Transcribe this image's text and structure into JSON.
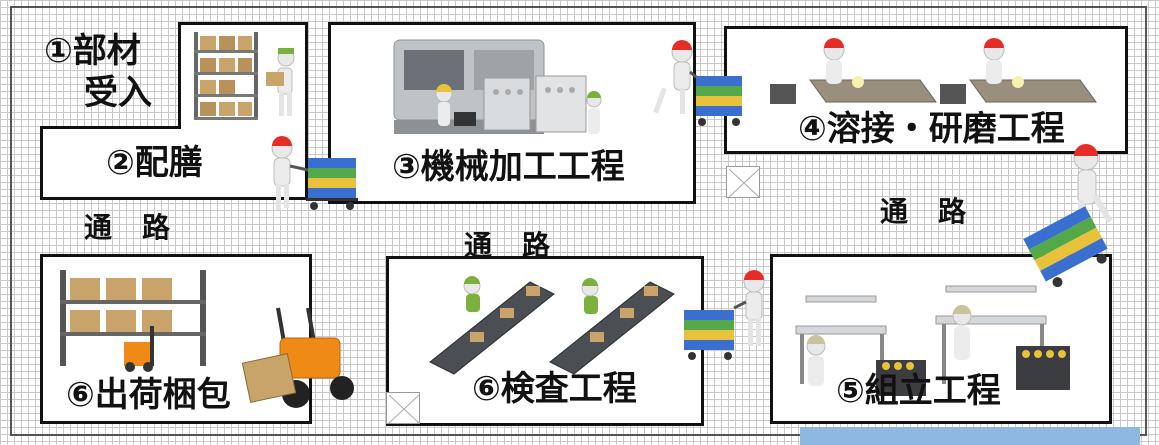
{
  "zones": {
    "receiving_1": "①部材",
    "receiving_2": "受入",
    "distribution": "②配膳",
    "machining": "③機械加工工程",
    "welding": "④溶接・研磨工程",
    "shipping": "⑥出荷梱包",
    "inspection": "⑥検査工程",
    "assembly": "⑤組立工程"
  },
  "aisles": {
    "left": "通路",
    "center": "通路",
    "right": "通路"
  },
  "colors": {
    "grid": "#c9c9c9",
    "border": "#111111",
    "helmet": "#e52d27",
    "cap_green": "#7ab03c",
    "crate_blue": "#3a6fd0",
    "crate_green": "#54a84a",
    "crate_yellow": "#e8c23a",
    "cardboard": "#c8a36a",
    "machine_gray": "#bfc3c6",
    "forklift_orange": "#f08a16",
    "bottom_bar": "#8fb8e0"
  }
}
